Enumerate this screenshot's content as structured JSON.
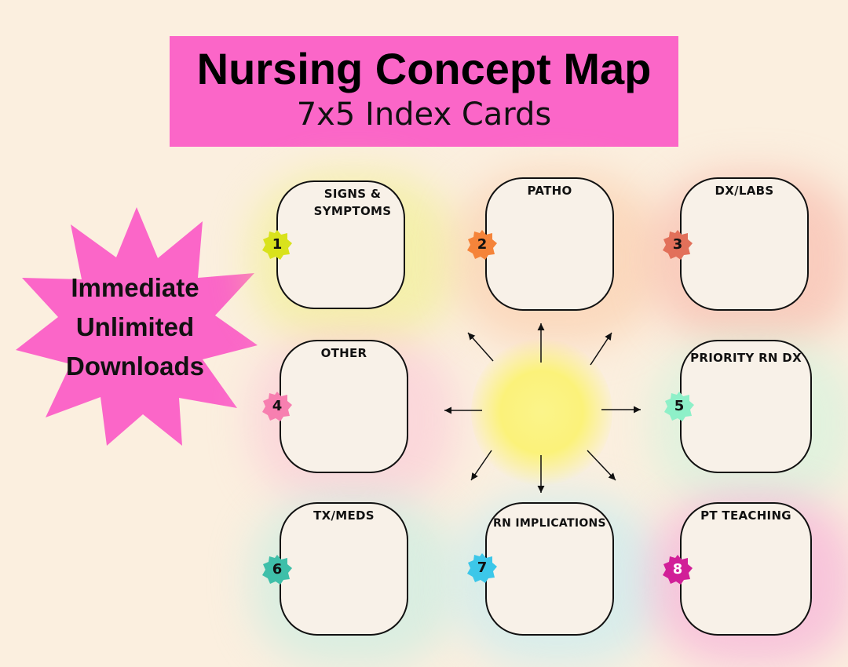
{
  "header": {
    "title": "Nursing Concept Map",
    "subtitle": "7x5 Index Cards"
  },
  "promo": {
    "line1": "Immediate",
    "line2": "Unlimited",
    "line3": "Downloads",
    "color": "#fb66c8"
  },
  "cards": [
    {
      "number": "1",
      "label": "SIGNS & SYMPTOMS",
      "badge_color": "#d9e21c",
      "glow_color": "#eef07a"
    },
    {
      "number": "2",
      "label": "PATHO",
      "badge_color": "#f5843a",
      "glow_color": "#fbc39c"
    },
    {
      "number": "3",
      "label": "DX/LABS",
      "badge_color": "#e2705a",
      "glow_color": "#f7a99c"
    },
    {
      "number": "4",
      "label": "OTHER",
      "badge_color": "#f77fb0",
      "glow_color": "#fbc0d6"
    },
    {
      "number": "5",
      "label": "PRIORITY RN DX",
      "badge_color": "#8ef0c8",
      "glow_color": "#c8f4dc"
    },
    {
      "number": "6",
      "label": "TX/MEDS",
      "badge_color": "#3fbfa9",
      "glow_color": "#b9ece3"
    },
    {
      "number": "7",
      "label": "RN IMPLICATIONS",
      "badge_color": "#3cc7e9",
      "glow_color": "#b6ebf6"
    },
    {
      "number": "8",
      "label": "PT TEACHING",
      "badge_color": "#d11f98",
      "glow_color": "#f59ad6"
    }
  ],
  "center_color": "#fbf27a"
}
